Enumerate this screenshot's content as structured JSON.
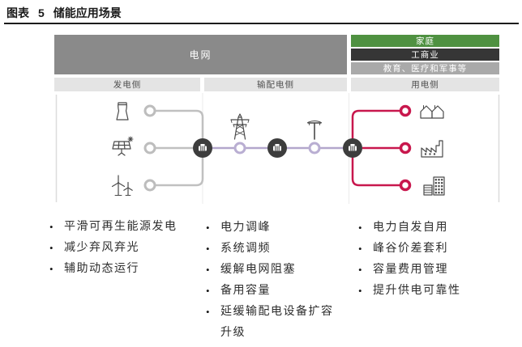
{
  "title": {
    "prefix": "图表",
    "number": "5",
    "text": "储能应用场景"
  },
  "header": {
    "grid_label": "电网",
    "user_segments": [
      {
        "label": "家庭",
        "color": "#4f9141"
      },
      {
        "label": "工商业",
        "color": "#363636"
      },
      {
        "label": "教育、医疗和军事等",
        "color": "#a9a9a9"
      }
    ],
    "columns": [
      {
        "label": "发电侧"
      },
      {
        "label": "输配电侧"
      },
      {
        "label": "用电侧"
      }
    ]
  },
  "diagram": {
    "colors": {
      "gray_line": "#c0c0c0",
      "purple_line": "#b3a7cc",
      "red_line": "#c8174d",
      "storage_node": "#3d3d3d"
    },
    "icon_names": [
      "cooling-tower",
      "solar-panel",
      "wind-turbine",
      "transmission-tower",
      "utility-pole",
      "houses",
      "factory",
      "office-building"
    ]
  },
  "bullets": {
    "bullet_char": "•",
    "generation": [
      "平滑可再生能源发电",
      "减少弃风弃光",
      "辅助动态运行"
    ],
    "transmission": [
      "电力调峰",
      "系统调频",
      "缓解电网阻塞",
      "备用容量",
      "延缓输配电设备扩容升级"
    ],
    "consumption": [
      "电力自发自用",
      "峰谷价差套利",
      "容量费用管理",
      "提升供电可靠性"
    ]
  }
}
